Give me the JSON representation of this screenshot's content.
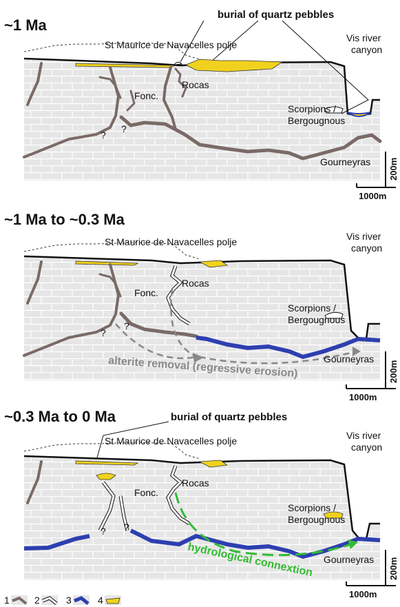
{
  "panels": [
    {
      "period": "~1 Ma",
      "callout": "burial of quartz pebbles",
      "polje_label": "St Maurice de Navacelles polje",
      "canyon_line1": "Vis river",
      "canyon_line2": "canyon",
      "fonc": "Fonc.",
      "rocas": "Rocas",
      "scorpions_line1": "Scorpions /",
      "scorpions_line2": "Bergougnous",
      "gourneyras": "Gourneyras",
      "q1": "?",
      "q2": "?",
      "scale_h": "1000m",
      "scale_v": "200m"
    },
    {
      "period": "~1 Ma to ~0.3 Ma",
      "polje_label": "St Maurice de Navacelles polje",
      "canyon_line1": "Vis river",
      "canyon_line2": "canyon",
      "fonc": "Fonc.",
      "rocas": "Rocas",
      "scorpions_line1": "Scorpions /",
      "scorpions_line2": "Bergougnous",
      "gourneyras": "Gourneyras",
      "q1": "?",
      "q2": "?",
      "process": "alterite removal (regressive erosion)",
      "scale_h": "1000m",
      "scale_v": "200m"
    },
    {
      "period": "~0.3 Ma to 0 Ma",
      "callout": "burial of quartz pebbles",
      "polje_label": "St Maurice de Navacelles polje",
      "canyon_line1": "Vis river",
      "canyon_line2": "canyon",
      "fonc": "Fonc.",
      "rocas": "Rocas",
      "scorpions_line1": "Scorpions /",
      "scorpions_line2": "Bergougnous",
      "gourneyras": "Gourneyras",
      "q1": "?",
      "q2": "?",
      "process": "hydrological connextion",
      "scale_h": "1000m",
      "scale_v": "200m"
    }
  ],
  "legend": [
    {
      "number": "1",
      "color": "#7a6a66"
    },
    {
      "number": "2",
      "color": "#ffffff"
    },
    {
      "number": "3",
      "color": "#2d3fb0"
    },
    {
      "number": "4",
      "color": "#f0d21e"
    }
  ],
  "colors": {
    "limestone": "#e6e6e6",
    "brick_line": "#ffffff",
    "brown_conduit": "#7a6a66",
    "blue_conduit": "#2d3fb0",
    "yellow_fill": "#f0d21e",
    "green_arrow": "#33bb33",
    "alterite_arrow": "#888888"
  }
}
